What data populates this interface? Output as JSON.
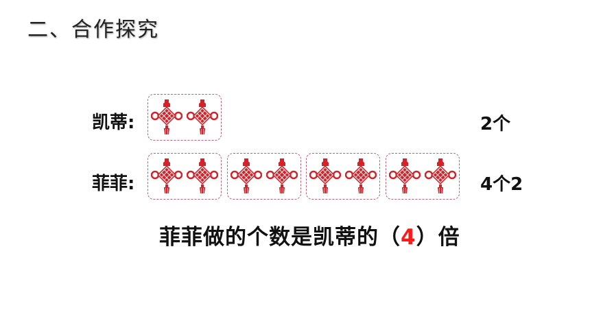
{
  "title": "二、合作探究",
  "rows": [
    {
      "label": "凯蒂:",
      "groups": 1,
      "items_per_group": 2,
      "count": "2个"
    },
    {
      "label": "菲菲:",
      "groups": 4,
      "items_per_group": 2,
      "count": "4个2"
    }
  ],
  "sentence": {
    "before": "菲菲做的个数是凯蒂的（",
    "answer": "4",
    "after": "）倍"
  },
  "colors": {
    "knot": "#d2232a",
    "answer": "#ff1a1a",
    "group_border": "#b7607a"
  },
  "icons": {
    "item": "chinese-knot-icon"
  }
}
